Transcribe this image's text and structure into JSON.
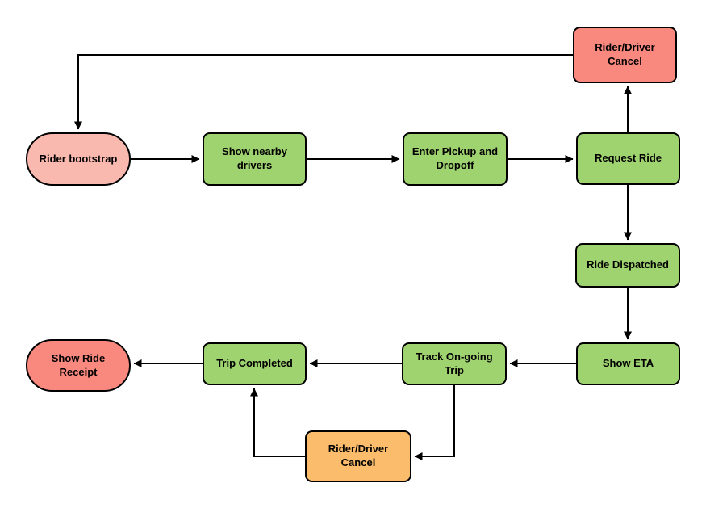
{
  "diagram": {
    "type": "flowchart",
    "background": "#FFFFFF",
    "colors": {
      "start_pink": "#FAB9AF",
      "process_green": "#9FD36F",
      "cancel_salmon": "#F9897E",
      "cancel_orange": "#FBBD6B",
      "edge_black": "#000000"
    },
    "nodes": {
      "rider_bootstrap": {
        "label": "Rider bootstrap",
        "shape": "stadium",
        "fill": "#FAB9AF"
      },
      "show_nearby_drivers": {
        "label": "Show nearby drivers",
        "shape": "rounded-rect",
        "fill": "#9FD36F"
      },
      "enter_pickup_and_dropoff": {
        "label": "Enter Pickup and Dropoff",
        "shape": "rounded-rect",
        "fill": "#9FD36F"
      },
      "request_ride": {
        "label": "Request Ride",
        "shape": "rounded-rect",
        "fill": "#9FD36F"
      },
      "rider_driver_cancel_top": {
        "label": "Rider/Driver Cancel",
        "shape": "rounded-rect",
        "fill": "#F9897E"
      },
      "ride_dispatched": {
        "label": "Ride Dispatched",
        "shape": "rounded-rect",
        "fill": "#9FD36F"
      },
      "show_eta": {
        "label": "Show ETA",
        "shape": "rounded-rect",
        "fill": "#9FD36F"
      },
      "track_ongoing_trip": {
        "label": "Track On-going Trip",
        "shape": "rounded-rect",
        "fill": "#9FD36F"
      },
      "trip_completed": {
        "label": "Trip Completed",
        "shape": "rounded-rect",
        "fill": "#9FD36F"
      },
      "show_ride_receipt": {
        "label": "Show Ride Receipt",
        "shape": "stadium",
        "fill": "#F9897E"
      },
      "rider_driver_cancel_bottom": {
        "label": "Rider/Driver Cancel",
        "shape": "rounded-rect",
        "fill": "#FBBD6B"
      }
    },
    "edges": [
      {
        "from": "rider_bootstrap",
        "to": "show_nearby_drivers"
      },
      {
        "from": "show_nearby_drivers",
        "to": "enter_pickup_and_dropoff"
      },
      {
        "from": "enter_pickup_and_dropoff",
        "to": "request_ride"
      },
      {
        "from": "request_ride",
        "to": "rider_driver_cancel_top"
      },
      {
        "from": "rider_driver_cancel_top",
        "to": "rider_bootstrap"
      },
      {
        "from": "request_ride",
        "to": "ride_dispatched"
      },
      {
        "from": "ride_dispatched",
        "to": "show_eta"
      },
      {
        "from": "show_eta",
        "to": "track_ongoing_trip"
      },
      {
        "from": "track_ongoing_trip",
        "to": "trip_completed"
      },
      {
        "from": "trip_completed",
        "to": "show_ride_receipt"
      },
      {
        "from": "track_ongoing_trip",
        "to": "rider_driver_cancel_bottom"
      },
      {
        "from": "rider_driver_cancel_bottom",
        "to": "trip_completed"
      }
    ]
  }
}
